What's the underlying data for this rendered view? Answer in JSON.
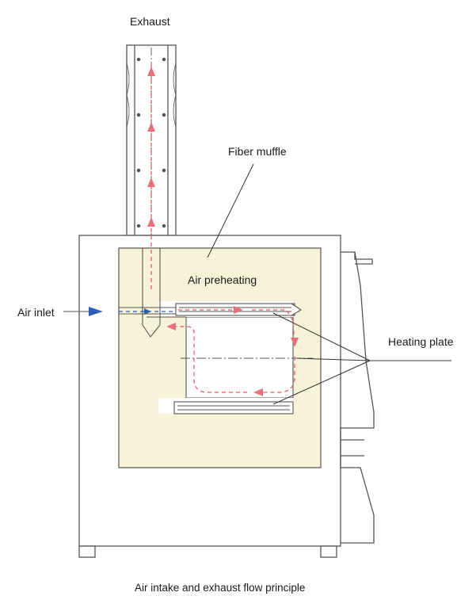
{
  "labels": {
    "exhaust": "Exhaust",
    "fiber_muffle": "Fiber muffle",
    "air_preheating": "Air preheating",
    "air_inlet": "Air inlet",
    "heating_plate": "Heating plate"
  },
  "caption": "Air intake and exhaust  flow principle",
  "colors": {
    "line": "#555555",
    "muffle_fill": "#f7f3d9",
    "flow_arrow": "#e8707a",
    "inlet_arrow": "#2f5fb0"
  }
}
